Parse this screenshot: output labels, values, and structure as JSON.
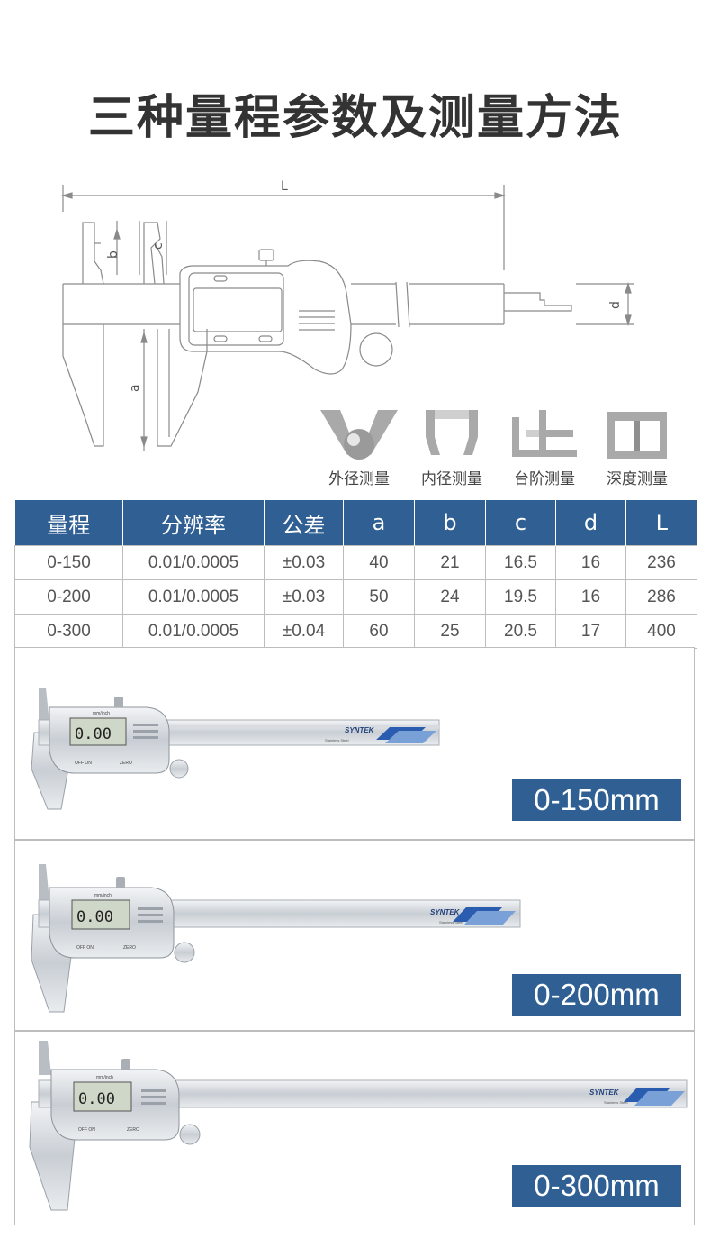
{
  "page_title": "三种量程参数及测量方法",
  "diagram": {
    "dim_L": "L",
    "dim_a": "a",
    "dim_b": "b",
    "dim_c": "c",
    "dim_d": "d"
  },
  "methods": [
    {
      "label": "外径测量",
      "icon": "outer-diameter-icon"
    },
    {
      "label": "内径测量",
      "icon": "inner-diameter-icon"
    },
    {
      "label": "台阶测量",
      "icon": "step-icon"
    },
    {
      "label": "深度测量",
      "icon": "depth-icon"
    }
  ],
  "table": {
    "headers": [
      "量程",
      "分辨率",
      "公差",
      "a",
      "b",
      "c",
      "d",
      "L"
    ],
    "rows": [
      [
        "0-150",
        "0.01/0.0005",
        "±0.03",
        "40",
        "21",
        "16.5",
        "16",
        "236"
      ],
      [
        "0-200",
        "0.01/0.0005",
        "±0.03",
        "50",
        "24",
        "19.5",
        "16",
        "286"
      ],
      [
        "0-300",
        "0.01/0.0005",
        "±0.04",
        "60",
        "25",
        "20.5",
        "17",
        "400"
      ]
    ]
  },
  "products": [
    {
      "label": "0-150mm",
      "display": "0.00",
      "brand": "SYNTEK",
      "unit": "mm/inch",
      "off_on": "OFF   ON",
      "zero": "ZERO",
      "steel": "Stainless  Steel"
    },
    {
      "label": "0-200mm",
      "display": "0.00",
      "brand": "SYNTEK",
      "unit": "mm/inch",
      "off_on": "OFF   ON",
      "zero": "ZERO",
      "steel": "Stainless  Steel"
    },
    {
      "label": "0-300mm",
      "display": "0.00",
      "brand": "SYNTEK",
      "unit": "mm/inch",
      "off_on": "OFF   ON",
      "zero": "ZERO",
      "steel": "Stainless  Steel"
    }
  ],
  "colors": {
    "accent": "#2f5f93",
    "text": "#333333",
    "line": "#bdbdbd"
  }
}
